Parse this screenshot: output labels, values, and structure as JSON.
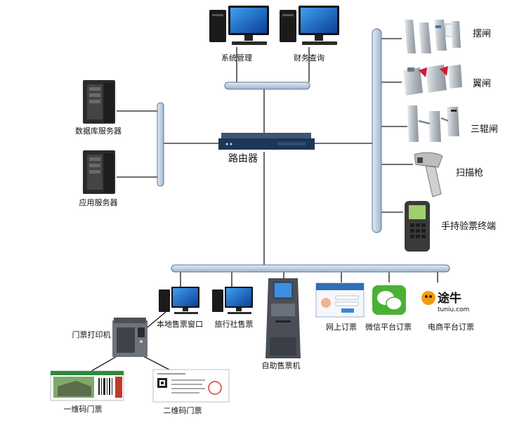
{
  "nodes": {
    "system_admin": "系统管理",
    "finance_query": "财务查询",
    "db_server": "数据库服务器",
    "app_server": "应用服务器",
    "router": "路由器",
    "swing_gate": "摆闸",
    "wing_gate": "翼闸",
    "tripod_gate": "三辊闸",
    "scanner": "扫描枪",
    "handheld_terminal": "手持验票终端",
    "local_window": "本地售票窗口",
    "travel_agency": "旅行社售票",
    "self_service": "自助售票机",
    "online_booking": "网上订票",
    "wechat_booking": "微信平台订票",
    "ecommerce_booking": "电商平台订票",
    "ticket_printer": "门票打印机",
    "barcode_ticket": "一维码门票",
    "qrcode_ticket": "二维码门票"
  },
  "brand": {
    "tuniu_cn": "途牛",
    "tuniu_url": "tuniu.com"
  },
  "colors": {
    "bus": "#b9c9dd",
    "bus_stroke": "#5d7491",
    "line": "#1a1a1a",
    "monitor": "#1a63c9",
    "pc_case": "#1b1b1b",
    "wechat": "#49b233",
    "tuniu_orange": "#f39a13",
    "gate_silver": "#c7cbd0"
  }
}
